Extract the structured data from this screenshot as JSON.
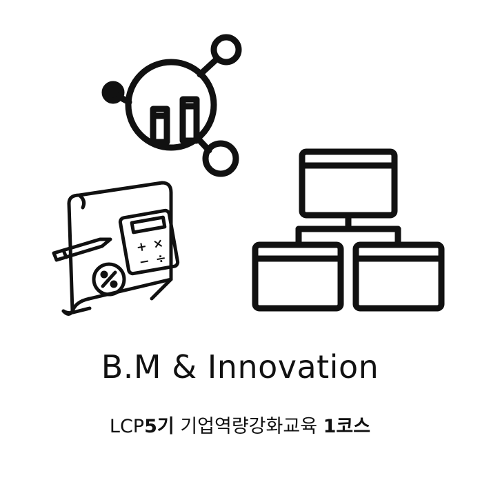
{
  "title": "B.M & Innovation",
  "subtitle": {
    "prefix": "LCP",
    "cohort": "5기",
    "program": " 기업역량강화교육 ",
    "course": "1코스"
  },
  "icons": [
    "analytics-icon",
    "planning-icon",
    "hierarchy-icon"
  ],
  "colors": {
    "ink": "#111111",
    "background": "#ffffff"
  }
}
